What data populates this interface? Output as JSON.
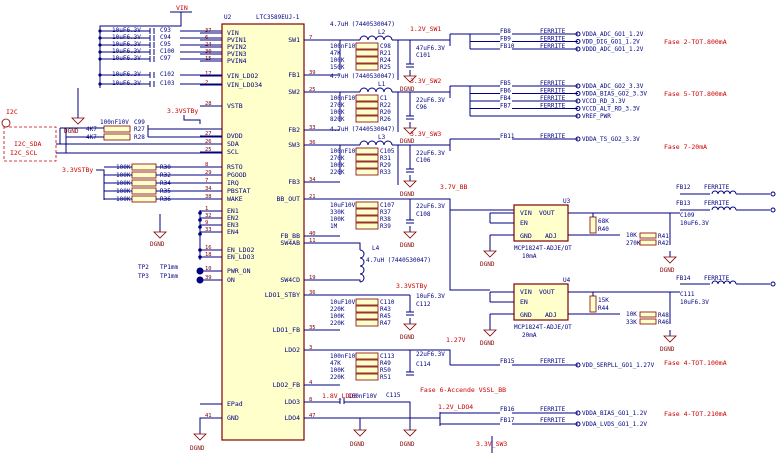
{
  "u2": {
    "ref": "U2",
    "part": "LTC3589EUJ-1",
    "left_pins": [
      {
        "name": "VIN",
        "num": "37"
      },
      {
        "name": "PVIN1",
        "num": "6"
      },
      {
        "name": "PVIN2",
        "num": "24"
      },
      {
        "name": "PVIN3",
        "num": "30"
      },
      {
        "name": "PVIN4",
        "num": "15"
      },
      {
        "name": "VIN_LDO2",
        "num": "17"
      },
      {
        "name": "VIN_LDO34",
        "num": "2"
      },
      {
        "name": "VSTB",
        "num": "28"
      },
      {
        "name": "DVDD",
        "num": "27"
      },
      {
        "name": "SDA",
        "num": "26"
      },
      {
        "name": "SCL",
        "num": "25"
      },
      {
        "name": "RSTO",
        "num": "8"
      },
      {
        "name": "PGOOD",
        "num": "29"
      },
      {
        "name": "IRQ",
        "num": "7"
      },
      {
        "name": "PBSTAT",
        "num": "34"
      },
      {
        "name": "WAKE",
        "num": "38"
      },
      {
        "name": "EN1",
        "num": "1"
      },
      {
        "name": "EN2",
        "num": "32"
      },
      {
        "name": "EN3",
        "num": "9"
      },
      {
        "name": "EN4",
        "num": "33"
      },
      {
        "name": "EN_LDO2",
        "num": "16"
      },
      {
        "name": "EN_LDO3",
        "num": "18"
      },
      {
        "name": "PWR_ON",
        "num": "10"
      },
      {
        "name": "ON",
        "num": "39"
      },
      {
        "name": "EPad",
        "num": ""
      },
      {
        "name": "GND",
        "num": "41"
      }
    ],
    "right_pins": [
      {
        "name": "SW1",
        "num": "7"
      },
      {
        "name": "FB1",
        "num": "39"
      },
      {
        "name": "SW2",
        "num": "25"
      },
      {
        "name": "FB2",
        "num": "33"
      },
      {
        "name": "SW3",
        "num": "36"
      },
      {
        "name": "FB3",
        "num": "34"
      },
      {
        "name": "BB_OUT",
        "num": "21"
      },
      {
        "name": "FB_BB",
        "num": "40"
      },
      {
        "name": "SW4AB",
        "num": "11"
      },
      {
        "name": "SW4CD",
        "num": "19"
      },
      {
        "name": "LDO1_STBY",
        "num": "36"
      },
      {
        "name": "LDO1_FB",
        "num": "35"
      },
      {
        "name": "LDO2",
        "num": "3"
      },
      {
        "name": "LDO2_FB",
        "num": "4"
      },
      {
        "name": "LDO3",
        "num": "8"
      },
      {
        "name": "LDO4",
        "num": "47"
      }
    ]
  },
  "power": {
    "vin": "VIN",
    "vstb1": "3.3VSTBy",
    "vstb2": "3.3VSTBy",
    "dgnd": "DGND"
  },
  "input_caps": [
    {
      "val": "10uF6.3V",
      "ref": "C93"
    },
    {
      "val": "10uF6.3V",
      "ref": "C94"
    },
    {
      "val": "10uF6.3V",
      "ref": "C95"
    },
    {
      "val": "10uF6.3V",
      "ref": "C100"
    },
    {
      "val": "10uF6.3V",
      "ref": "C97"
    },
    {
      "val": "10uF6.3V",
      "ref": "C102"
    },
    {
      "val": "10uF6.3V",
      "ref": "C103"
    }
  ],
  "i2c": {
    "label": "I2C",
    "sda": "I2C_SDA",
    "scl": "I2C_SCL",
    "cap": "100nF10V",
    "capref": "C99",
    "r1": "4K7",
    "r1ref": "R27",
    "r2": "4K7",
    "r2ref": "R28"
  },
  "status_res": [
    {
      "val": "100K",
      "ref": "R30"
    },
    {
      "val": "100K",
      "ref": "R32"
    },
    {
      "val": "100K",
      "ref": "R34"
    },
    {
      "val": "100K",
      "ref": "R35"
    },
    {
      "val": "100K",
      "ref": "R36"
    }
  ],
  "test_points": [
    {
      "ref": "TP2",
      "label": "TP1mm"
    },
    {
      "ref": "TP3",
      "label": "TP1mm"
    }
  ],
  "buck1": {
    "ind": "4.7uH (7440530047)",
    "indref": "L2",
    "net": "1.2V_SW1",
    "cap": "47uF6.3V",
    "capref": "C101",
    "fb": [
      {
        "val": "100nF10V",
        "ref": "C98"
      },
      {
        "val": "47K",
        "ref": "R21"
      },
      {
        "val": "100K",
        "ref": "R24"
      },
      {
        "val": "150K",
        "ref": "R25"
      }
    ],
    "outs": [
      {
        "fb": "FB8",
        "name": "VDDA_ADC_GO1_1.2V"
      },
      {
        "fb": "FB9",
        "name": "VDD_DIG_GO1_1.2V"
      },
      {
        "fb": "FB10",
        "name": "VDDD_ADC_GO1_1.2V"
      }
    ],
    "note": "Fase 2-TOT.800mA"
  },
  "buck2": {
    "ind": "4.7uH (7440530047)",
    "indref": "L1",
    "net": "3.3V_SW2",
    "cap": "22uF6.3V",
    "capref": "C96",
    "fb": [
      {
        "val": "100nF10V",
        "ref": "C1"
      },
      {
        "val": "270K",
        "ref": "R22"
      },
      {
        "val": "100K",
        "ref": "R20"
      },
      {
        "val": "820K",
        "ref": "R26"
      }
    ],
    "outs": [
      {
        "fb": "FB5",
        "name": "VDDA_ADC_GO2_3.3V"
      },
      {
        "fb": "FB6",
        "name": "VDDA_BIAS_GO2_3.3V"
      },
      {
        "fb": "FB4",
        "name": "VCCD_RD_3.3V"
      },
      {
        "fb": "FB7",
        "name": "VCCD_ALT_RD_3.3V"
      },
      {
        "fb": "",
        "name": "VREF_PWR"
      }
    ],
    "note": "Fase 5-TOT.800mA"
  },
  "buck3": {
    "ind": "4.7uH (7440530047)",
    "indref": "L3",
    "net": "3.3V_SW3",
    "cap": "22uF6.3V",
    "capref": "C106",
    "fb": [
      {
        "val": "100nF10V",
        "ref": "C105"
      },
      {
        "val": "270K",
        "ref": "R31"
      },
      {
        "val": "100K",
        "ref": "R29"
      },
      {
        "val": "220K",
        "ref": "R33"
      }
    ],
    "outs": [
      {
        "fb": "FB11",
        "name": "VDDA_TS_GO2_3.3V"
      }
    ],
    "note": "Fase 7-20mA"
  },
  "bb": {
    "net": "3.7V_BB",
    "ind": "4.7uH (7440530047)",
    "indref": "L4",
    "cap": "22uF6.3V",
    "capref": "C108",
    "fb": [
      {
        "val": "10uF10V",
        "ref": "C107"
      },
      {
        "val": "330K",
        "ref": "R37"
      },
      {
        "val": "100K",
        "ref": "R38"
      },
      {
        "val": "1M",
        "ref": "R39"
      }
    ]
  },
  "ldo1": {
    "net": "3.3VSTBy",
    "cap": "10uF6.3V",
    "capref": "C112",
    "fb": [
      {
        "val": "10uF10V",
        "ref": "C110"
      },
      {
        "val": "220K",
        "ref": "R43"
      },
      {
        "val": "100K",
        "ref": "R45"
      },
      {
        "val": "220K",
        "ref": "R47"
      }
    ]
  },
  "ldo2": {
    "net": "1.27V",
    "cap": "22uF6.3V",
    "capref": "C114",
    "fb": [
      {
        "val": "100nF10V",
        "ref": "C113"
      },
      {
        "val": "47K",
        "ref": "R49"
      },
      {
        "val": "100K",
        "ref": "R50"
      },
      {
        "val": "220K",
        "ref": "R51"
      }
    ],
    "out": {
      "fb": "FB15",
      "name": "VDD_SERPLL_GO1_1.27V"
    },
    "note": "Fase 4-TOT.100mA"
  },
  "ldo3": {
    "net": "1.8V_LDO3",
    "cap": "100nF10V",
    "capref": "C115",
    "note": "Fase 6-Accende VSSL_BB"
  },
  "ldo4": {
    "net": "1.2V_LDO4",
    "outs": [
      {
        "fb": "FB16",
        "name": "VDDA_BIAS_GO1_1.2V"
      },
      {
        "fb": "FB17",
        "name": "VDDA_LVDS_GO1_1.2V"
      }
    ],
    "note": "Fase 4-TOT.210mA"
  },
  "u3": {
    "ref": "U3",
    "part": "MCP1824T-ADJE/OT",
    "cur": "10mA",
    "pins": [
      "VIN",
      "VOUT",
      "EN",
      "GND",
      "ADJ"
    ],
    "r1": "68K",
    "r1ref": "R40",
    "r2": "10K",
    "r2ref": "R41",
    "r3": "270K",
    "r3ref": "R42",
    "cap": "10uF6.3V",
    "capref": "C109",
    "fb": "FB12",
    "fbext": "FB13"
  },
  "u4": {
    "ref": "U4",
    "part": "MCP1824T-ADJE/OT",
    "cur": "20mA",
    "pins": [
      "VIN",
      "VOUT",
      "EN",
      "GND",
      "ADJ"
    ],
    "r1": "15K",
    "r1ref": "R44",
    "r2": "10K",
    "r2ref": "R48",
    "r3": "33K",
    "r3ref": "R46",
    "cap": "10uF6.3V",
    "capref": "C111",
    "fb": "FB14"
  },
  "ferrite": "FERRITE",
  "bottom_net": "3.3V_SW3",
  "colors": {
    "wire": "#000080",
    "body": "#ffffcc",
    "border": "#800000",
    "note": "#cc0000",
    "bg": "#ffffff"
  }
}
